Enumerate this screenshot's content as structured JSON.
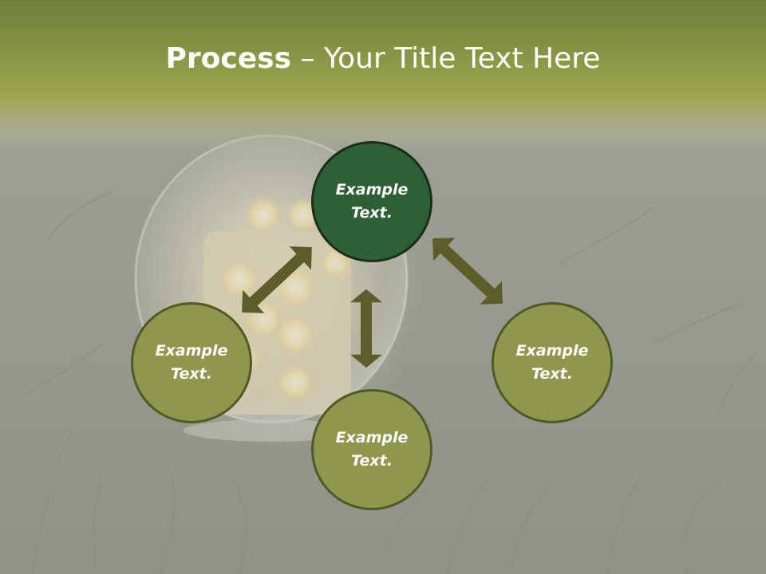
{
  "slide": {
    "title_bold": "Process",
    "title_rest": " – Your Title Text Here"
  },
  "nodes": [
    {
      "id": "top",
      "label": "Example\nText."
    },
    {
      "id": "left",
      "label": "Example\nText."
    },
    {
      "id": "right",
      "label": "Example\nText."
    },
    {
      "id": "bottom",
      "label": "Example\nText."
    }
  ],
  "colors": {
    "header_top": "#6f7f3a",
    "header_bottom": "#9ca64e",
    "accent_node": "#2e6035",
    "node_fill": "#8f974d",
    "node_border": "#4f5a26",
    "arrow": "#5c5d2a",
    "text": "#ffffff"
  },
  "icons": [
    "double-arrow-icon"
  ]
}
